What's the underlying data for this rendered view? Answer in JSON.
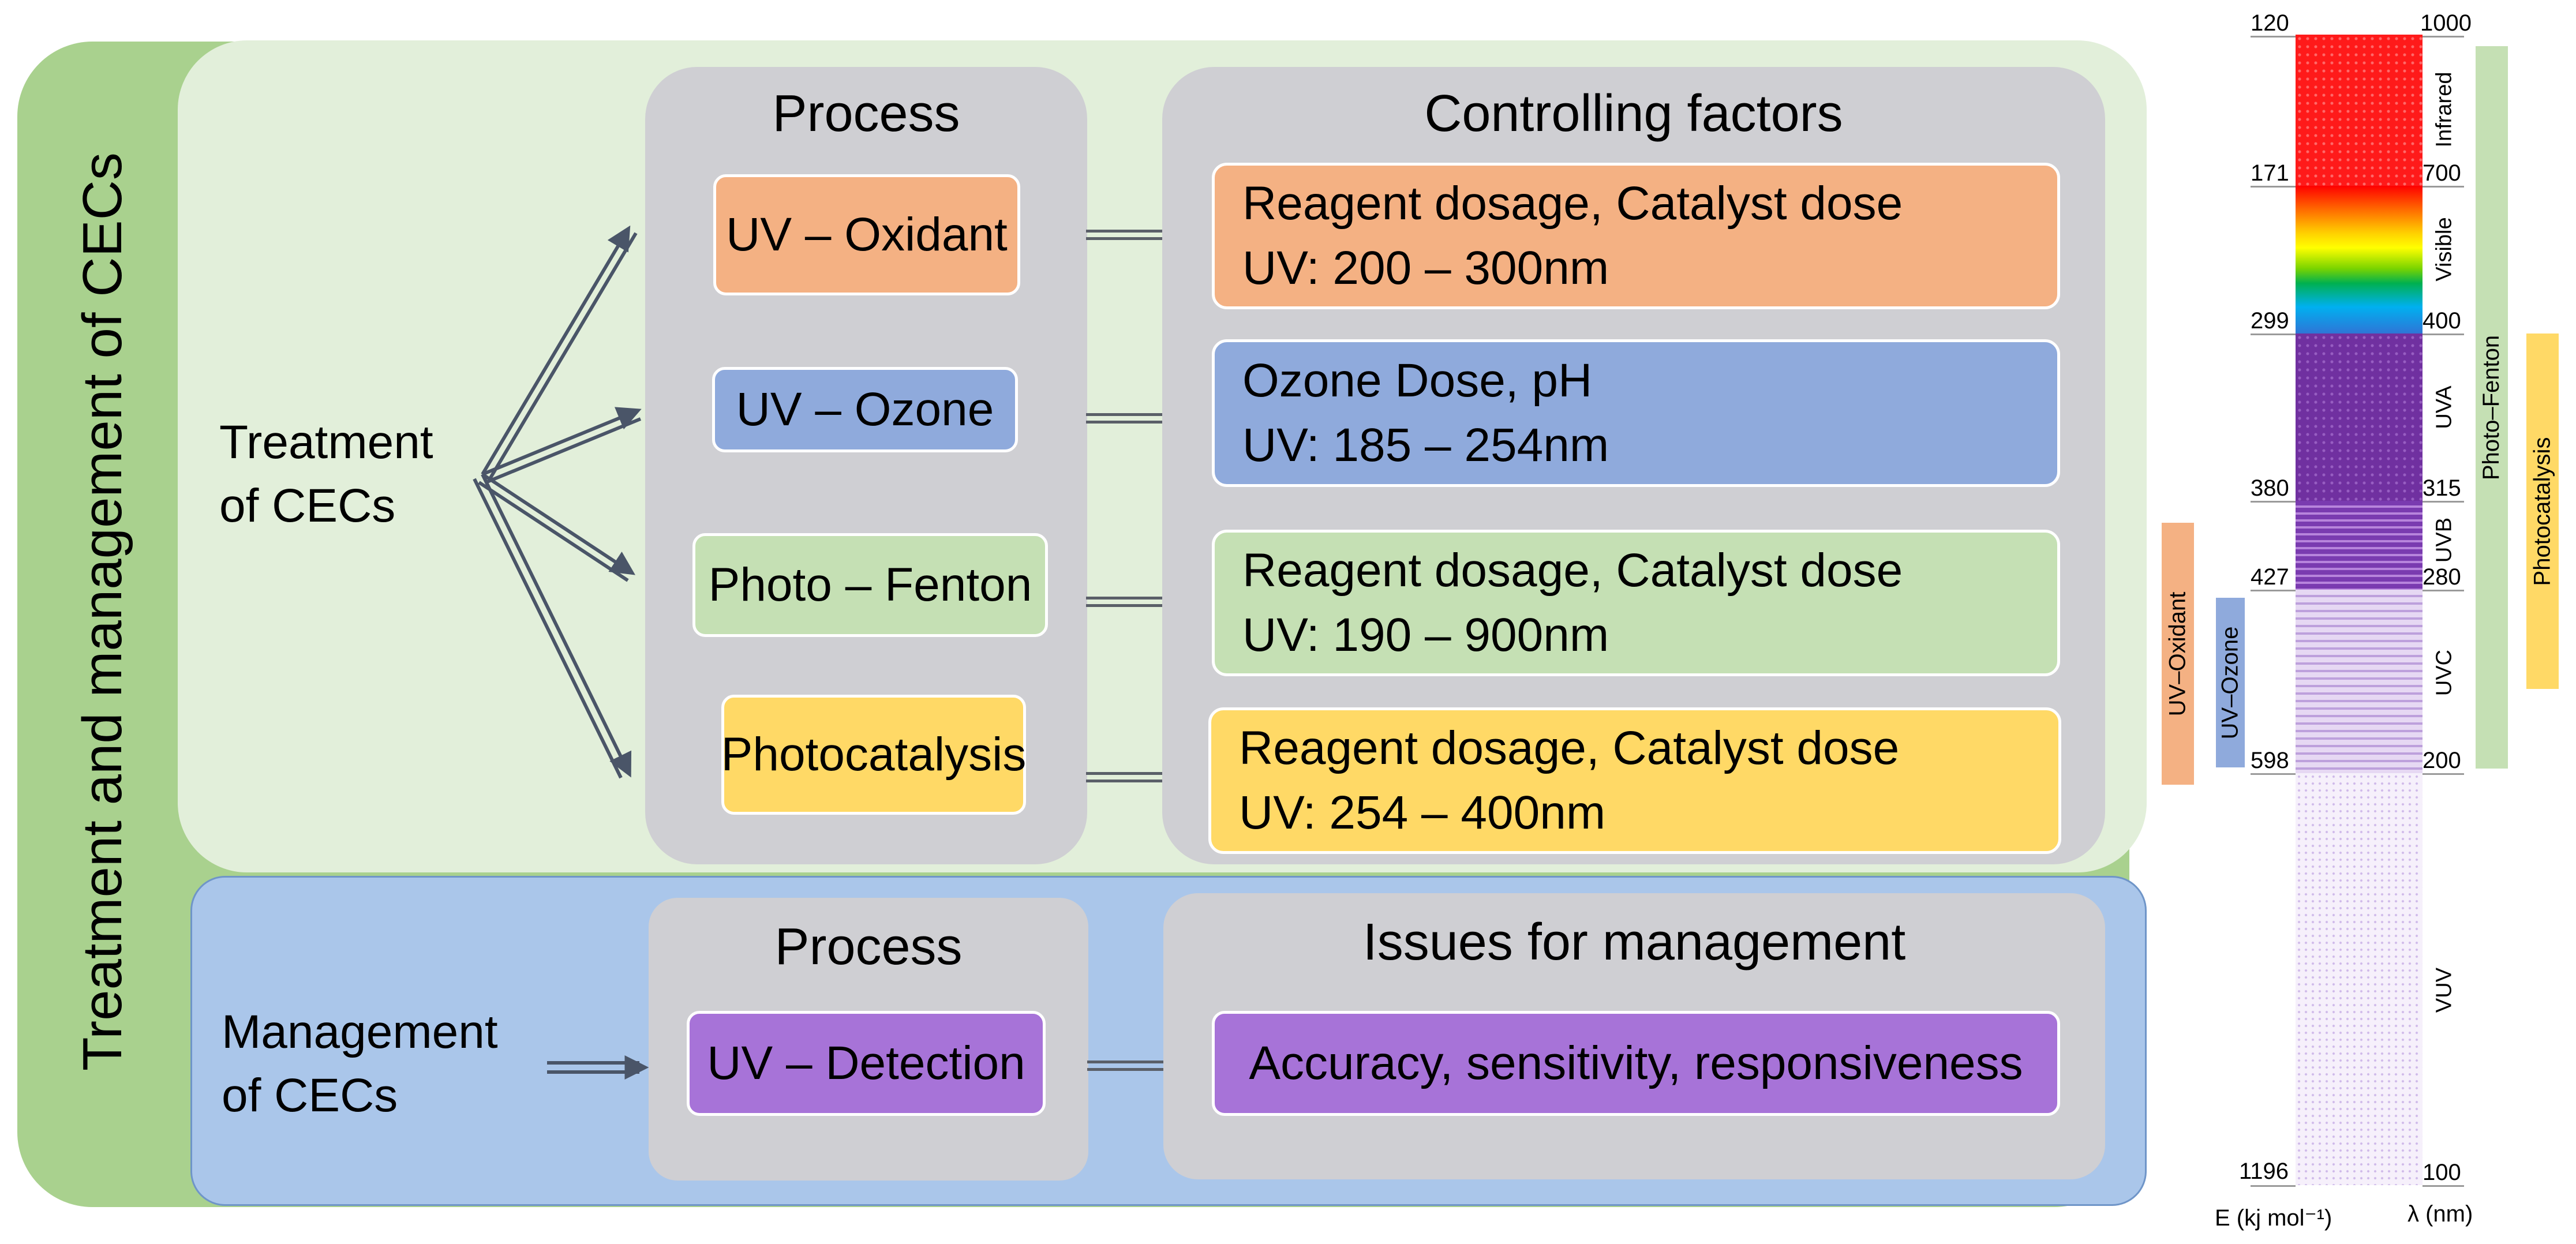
{
  "main_title": "Treatment and management of CECs",
  "treatment": {
    "label_line1": "Treatment",
    "label_line2": "of CECs",
    "process_title": "Process",
    "factors_title": "Controlling factors",
    "processes": [
      "UV – Oxidant",
      "UV – Ozone",
      "Photo – Fenton",
      "Photocatalysis"
    ],
    "factors": [
      {
        "line1": "Reagent dosage, Catalyst dose",
        "line2": "UV: 200 – 300nm"
      },
      {
        "line1": "Ozone Dose, pH",
        "line2": "UV: 185 – 254nm"
      },
      {
        "line1": "Reagent dosage, Catalyst dose",
        "line2": "UV: 190 – 900nm"
      },
      {
        "line1": "Reagent dosage, Catalyst dose",
        "line2": "UV: 254 – 400nm"
      }
    ]
  },
  "management": {
    "label_line1": "Management",
    "label_line2": "of CECs",
    "process_title": "Process",
    "issues_title": "Issues for management",
    "process": "UV – Detection",
    "issue": "Accuracy, sensitivity, responsiveness"
  },
  "spectrum": {
    "energy_ticks": [
      "120",
      "171",
      "299",
      "380",
      "427",
      "598",
      "1196"
    ],
    "wavelength_ticks": [
      "1000",
      "700",
      "400",
      "315",
      "280",
      "200",
      "100"
    ],
    "bands": [
      "Infrared",
      "Visible",
      "UVA",
      "UVB",
      "UVC",
      "VUV"
    ],
    "energy_axis_label": "E (kj mol⁻¹)",
    "wavelength_axis_label": "λ (nm)",
    "technique_bars": [
      "UV–Oxidant",
      "UV–Ozone",
      "Photo–Fenton",
      "Photocatalysis"
    ]
  },
  "colors": {
    "outer_green": "#a9d18e",
    "treatment_bg": "#e2efda",
    "management_bg": "#aac6ea",
    "panel_gray": "#cfcfd3",
    "oxidant": "#f4b183",
    "ozone": "#8faadc",
    "fenton": "#c5e0b4",
    "photocatalysis": "#ffd966",
    "detection": "#a773d8",
    "arrow": "#4a5568"
  }
}
